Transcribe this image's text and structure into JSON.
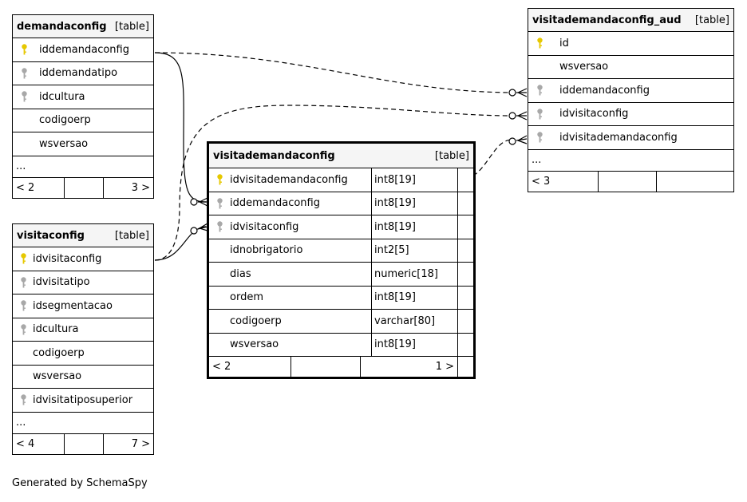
{
  "footer": "Generated by SchemaSpy",
  "tables": {
    "demandaconfig": {
      "name": "demandaconfig",
      "tag": "[table]",
      "columns": [
        {
          "name": "iddemandaconfig",
          "key": "primary"
        },
        {
          "name": "iddemandatipo",
          "key": "foreign"
        },
        {
          "name": "idcultura",
          "key": "foreign"
        },
        {
          "name": "codigoerp",
          "key": "none"
        },
        {
          "name": "wsversao",
          "key": "none"
        }
      ],
      "more": "...",
      "nav_left": "< 2",
      "nav_right": "3 >"
    },
    "visitaconfig": {
      "name": "visitaconfig",
      "tag": "[table]",
      "columns": [
        {
          "name": "idvisitaconfig",
          "key": "primary"
        },
        {
          "name": "idvisitatipo",
          "key": "foreign"
        },
        {
          "name": "idsegmentacao",
          "key": "foreign"
        },
        {
          "name": "idcultura",
          "key": "foreign"
        },
        {
          "name": "codigoerp",
          "key": "none"
        },
        {
          "name": "wsversao",
          "key": "none"
        },
        {
          "name": "idvisitatiposuperior",
          "key": "foreign"
        }
      ],
      "more": "...",
      "nav_left": "< 4",
      "nav_right": "7 >"
    },
    "visitademandaconfig": {
      "name": "visitademandaconfig",
      "tag": "[table]",
      "columns": [
        {
          "name": "idvisitademandaconfig",
          "type": "int8[19]",
          "key": "primary"
        },
        {
          "name": "iddemandaconfig",
          "type": "int8[19]",
          "key": "foreign"
        },
        {
          "name": "idvisitaconfig",
          "type": "int8[19]",
          "key": "foreign"
        },
        {
          "name": "idnobrigatorio",
          "type": "int2[5]",
          "key": "none"
        },
        {
          "name": "dias",
          "type": "numeric[18]",
          "key": "none"
        },
        {
          "name": "ordem",
          "type": "int8[19]",
          "key": "none"
        },
        {
          "name": "codigoerp",
          "type": "varchar[80]",
          "key": "none"
        },
        {
          "name": "wsversao",
          "type": "int8[19]",
          "key": "none"
        }
      ],
      "nav_left": "< 2",
      "nav_right": "1 >"
    },
    "visitademandaconfig_aud": {
      "name": "visitademandaconfig_aud",
      "tag": "[table]",
      "columns": [
        {
          "name": "id",
          "key": "primary"
        },
        {
          "name": "wsversao",
          "key": "none"
        },
        {
          "name": "iddemandaconfig",
          "key": "foreign"
        },
        {
          "name": "idvisitaconfig",
          "key": "foreign"
        },
        {
          "name": "idvisitademandaconfig",
          "key": "foreign"
        }
      ],
      "more": "...",
      "nav_left": "< 3",
      "nav_right": ""
    }
  },
  "colors": {
    "primary_key": "#e6c800",
    "foreign_key": "#a8a8a8",
    "header_bg": "#f5f5f5"
  }
}
